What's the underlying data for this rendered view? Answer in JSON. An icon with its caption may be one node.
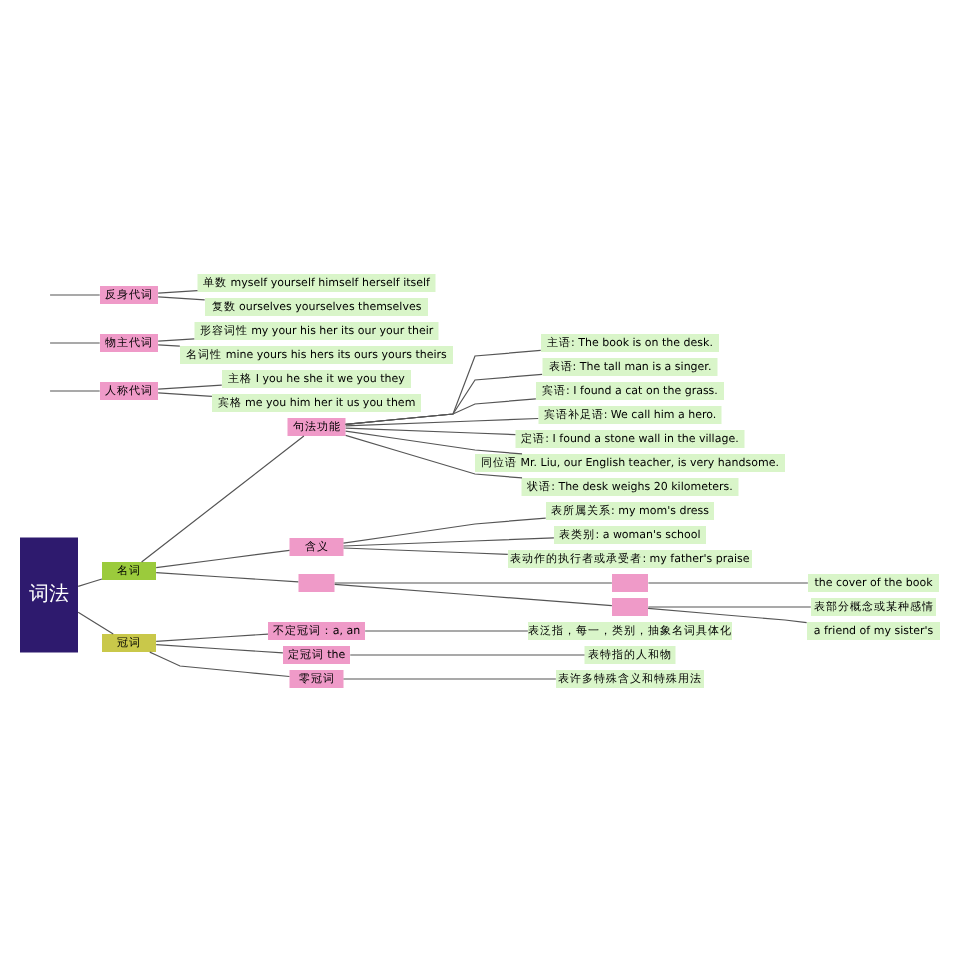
{
  "diagram": {
    "nodes": [
      {
        "text": [
          "词法"
        ]
      },
      {
        "text": [
          "名词"
        ]
      },
      {
        "text": [
          "句法功能"
        ]
      },
      {
        "text": [
          "主语: The book is on the desk."
        ]
      },
      {
        "text": [
          "表语: The tall man is a singer."
        ]
      },
      {
        "text": [
          "宾语: I found a cat on the grass."
        ]
      },
      {
        "text": [
          "宾语补足语: We call him a hero."
        ]
      },
      {
        "text": [
          "定语: I found a stone wall in the village."
        ]
      },
      {
        "text": [
          "同位语 Mr. Liu, our English teacher, is very handsome."
        ]
      },
      {
        "text": [
          "状语: The desk weighs 20 kilometers."
        ]
      },
      {
        "text": [
          "含义"
        ]
      },
      {
        "text": [
          "表所属关系: my mom's dress"
        ]
      },
      {
        "text": [
          "表类别: a woman's school"
        ]
      },
      {
        "text": [
          "表动作的执行者或承受者: my father's praise"
        ]
      },
      {
        "text": [],
        "shape": "box"
      },
      {
        "text": [],
        "shape": "box"
      },
      {
        "text": [
          "the cover of the book"
        ]
      },
      {
        "text": [],
        "shape": "box"
      },
      {
        "text": [
          "表部分概念或某种感情"
        ]
      },
      {
        "text": [
          "a friend of my sister's"
        ]
      },
      {
        "text": [
          "冠词"
        ]
      },
      {
        "text": [
          "不定冠词：a, an"
        ]
      },
      {
        "text": [
          "表泛指，每一，类别，抽象名词具体化"
        ]
      },
      {
        "text": [
          "定冠词 the"
        ]
      },
      {
        "text": [
          "表特指的人和物"
        ]
      },
      {
        "text": [
          "零冠词"
        ]
      },
      {
        "text": [
          "表许多特殊含义和特殊用法"
        ]
      },
      {
        "text": [
          "人称代词"
        ]
      },
      {
        "text": [
          "主格 I you he she it we you they"
        ]
      },
      {
        "text": [
          "宾格 me you him her it us you them"
        ]
      },
      {
        "text": [
          "物主代词"
        ]
      },
      {
        "text": [
          "形容词性 my your his her its our your their"
        ]
      },
      {
        "text": [
          "名词性 mine yours his hers its ours yours theirs"
        ]
      },
      {
        "text": [
          "反身代词"
        ]
      },
      {
        "text": [
          "单数 myself yourself himself herself itself"
        ]
      },
      {
        "text": [
          "复数 ourselves yourselves themselves"
        ]
      }
    ],
    "edges": [
      {
        "from": 0,
        "to": 1,
        "arrow": "none"
      },
      {
        "from": 1,
        "to": 2,
        "arrow": "none"
      },
      {
        "from": 2,
        "to": 3,
        "arrow": "none"
      },
      {
        "from": 2,
        "to": 4,
        "arrow": "none"
      },
      {
        "from": 2,
        "to": 5,
        "arrow": "none"
      },
      {
        "from": 2,
        "to": 6,
        "arrow": "none"
      },
      {
        "from": 2,
        "to": 7,
        "arrow": "none"
      },
      {
        "from": 2,
        "to": 8,
        "arrow": "none"
      },
      {
        "from": 2,
        "to": 9,
        "arrow": "none"
      },
      {
        "from": 1,
        "to": 10,
        "arrow": "none"
      },
      {
        "from": 10,
        "to": 11,
        "arrow": "none"
      },
      {
        "from": 10,
        "to": 12,
        "arrow": "none"
      },
      {
        "from": 10,
        "to": 13,
        "arrow": "none"
      },
      {
        "from": 1,
        "to": 14,
        "arrow": "none"
      },
      {
        "from": 14,
        "to": 15,
        "arrow": "none"
      },
      {
        "from": 15,
        "to": 16,
        "arrow": "none"
      },
      {
        "from": 14,
        "to": 17,
        "arrow": "none"
      },
      {
        "from": 17,
        "to": 18,
        "arrow": "none"
      },
      {
        "from": 17,
        "to": 19,
        "arrow": "none"
      },
      {
        "from": 0,
        "to": 20,
        "arrow": "none"
      },
      {
        "from": 20,
        "to": 21,
        "arrow": "none"
      },
      {
        "from": 21,
        "to": 22,
        "arrow": "none"
      },
      {
        "from": 20,
        "to": 23,
        "arrow": "none"
      },
      {
        "from": 23,
        "to": 24,
        "arrow": "none"
      },
      {
        "from": 20,
        "to": 25,
        "arrow": "none"
      },
      {
        "from": 25,
        "to": 26,
        "arrow": "none"
      },
      {
        "from": null,
        "to": 27,
        "arrow": "none"
      },
      {
        "from": 27,
        "to": 28,
        "arrow": "none"
      },
      {
        "from": 27,
        "to": 29,
        "arrow": "none"
      },
      {
        "from": null,
        "to": 30,
        "arrow": "none"
      },
      {
        "from": 30,
        "to": 31,
        "arrow": "none"
      },
      {
        "from": 30,
        "to": 32,
        "arrow": "none"
      },
      {
        "from": null,
        "to": 33,
        "arrow": "none"
      },
      {
        "from": 33,
        "to": 34,
        "arrow": "none"
      },
      {
        "from": 33,
        "to": 35,
        "arrow": "none"
      }
    ]
  }
}
